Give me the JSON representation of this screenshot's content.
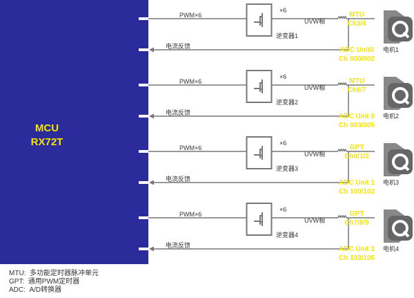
{
  "mcu": {
    "line1": "MCU",
    "line2": "RX72T"
  },
  "channels": [
    {
      "pwm_pin": [
        "MTU",
        "Ch3/4"
      ],
      "adc_pin": [
        "ADC Unit0",
        "Ch 000/002"
      ],
      "pwm_label": "PWM×6",
      "fb_label": "电流反馈",
      "x6": "×6",
      "phase": "UVW相",
      "inverter": "逆变器1",
      "motor": "电机1"
    },
    {
      "pwm_pin": [
        "MTU",
        "Ch6/7"
      ],
      "adc_pin": [
        "ADC Unit 0",
        "Ch 003/005"
      ],
      "pwm_label": "PWM×6",
      "fb_label": "电流反馈",
      "x6": "×6",
      "phase": "UVW相",
      "inverter": "逆变器2",
      "motor": "电机2"
    },
    {
      "pwm_pin": [
        "GPT",
        "Ch0/1/2"
      ],
      "adc_pin": [
        "ADC Unit 1",
        "Ch 100/102"
      ],
      "pwm_label": "PWM×6",
      "fb_label": "电流反馈",
      "x6": "×6",
      "phase": "UVW相",
      "inverter": "逆变器3",
      "motor": "电机3"
    },
    {
      "pwm_pin": [
        "GPT",
        "Ch7/8/9"
      ],
      "adc_pin": [
        "ADC Unit 1",
        "Ch 103/105"
      ],
      "pwm_label": "PWM×6",
      "fb_label": "电流反馈",
      "x6": "×6",
      "phase": "UVW相",
      "inverter": "逆变器4",
      "motor": "电机4"
    }
  ],
  "legend": [
    {
      "key": "MTU:",
      "text": "多功能定时器脉冲单元"
    },
    {
      "key": "GPT:",
      "text": "通用PWM定时器"
    },
    {
      "key": "ADC:",
      "text": "A/D转换器"
    }
  ],
  "colors": {
    "mcu": "#2b2b9c",
    "pin_text": "#f5e600",
    "wire": "#777777"
  }
}
